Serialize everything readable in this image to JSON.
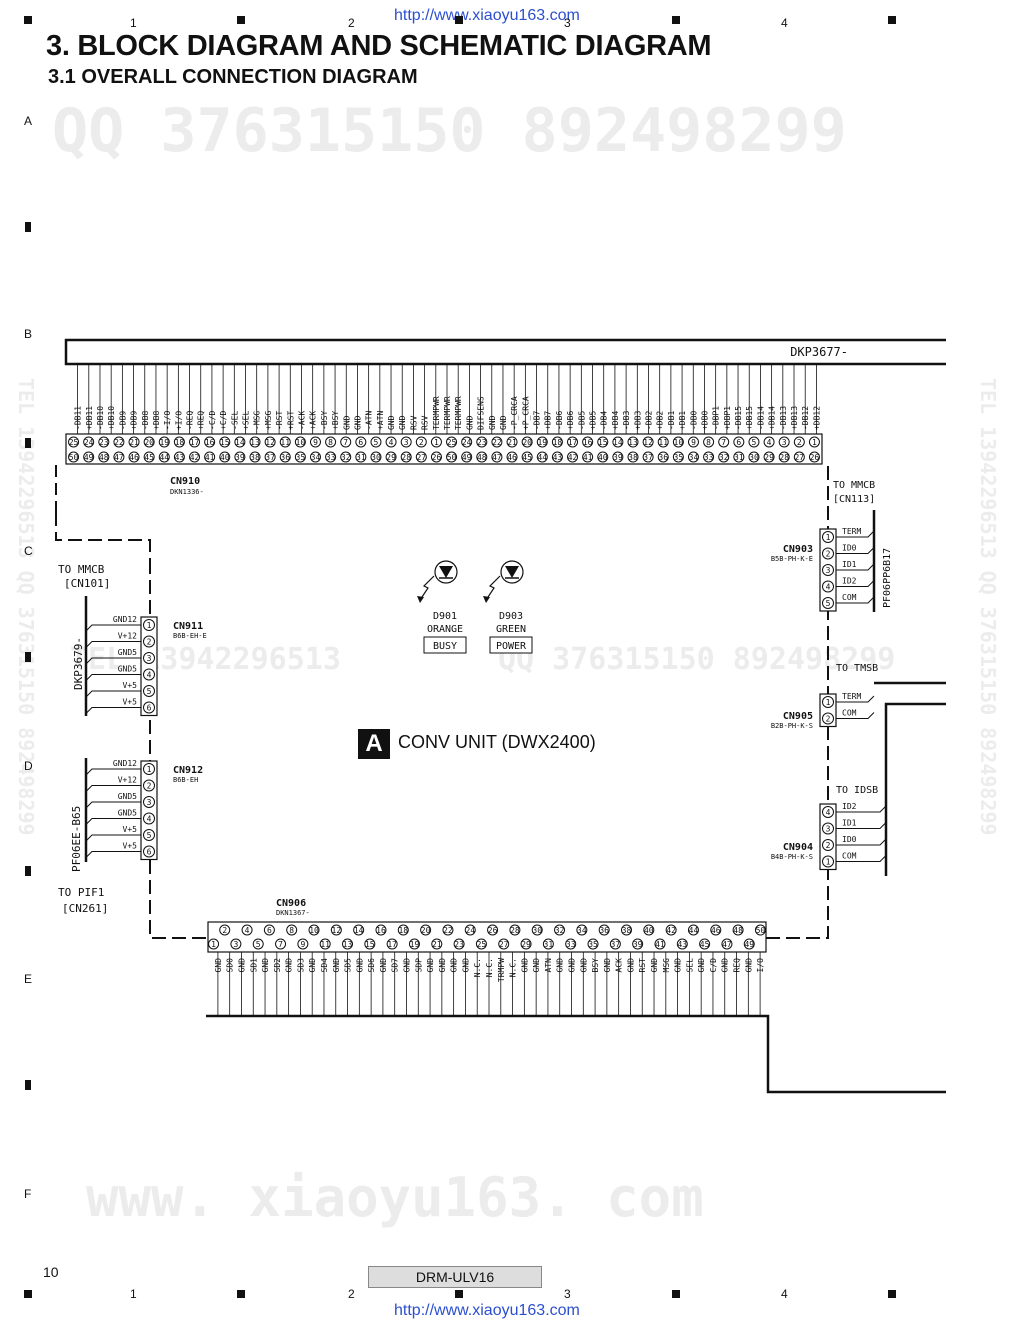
{
  "header": {
    "url_top": "http://www.xiaoyu163.com",
    "url_bottom": "http://www.xiaoyu163.com",
    "title": "3. BLOCK DIAGRAM AND SCHEMATIC DIAGRAM",
    "subtitle": "3.1  OVERALL CONNECTION DIAGRAM"
  },
  "grid": {
    "columns": [
      "1",
      "2",
      "3",
      "4"
    ],
    "rows": [
      "A",
      "B",
      "C",
      "D",
      "E",
      "F"
    ]
  },
  "watermarks": {
    "qq_line": "QQ 376315150  892498299",
    "tel_line": "TEL 13942296513",
    "qq_line2": "QQ 376315150  892498299",
    "www": "www. xiaoyu163. com",
    "side_left": "TEL 13942296513  QQ 376315150  892498299",
    "side_right": "TEL 13942296513  QQ 376315150  892498299"
  },
  "footer": {
    "page_number": "10",
    "model": "DRM-ULV16"
  },
  "diagram": {
    "unit_letter": "A",
    "unit_name": "CONV UNIT (DWX2400)",
    "cable_top": "DKP3677-",
    "cn910": {
      "name": "CN910",
      "part": "DKN1336-",
      "top_pins": [
        "25",
        "24",
        "23",
        "22",
        "21",
        "20",
        "19",
        "18",
        "17",
        "16",
        "15",
        "14",
        "13",
        "12",
        "11",
        "10",
        "9",
        "8",
        "7",
        "6",
        "5",
        "4",
        "3",
        "2",
        "1",
        "25",
        "24",
        "23",
        "22",
        "21",
        "20",
        "19",
        "18",
        "17",
        "16",
        "15",
        "14",
        "13",
        "12",
        "11",
        "10",
        "9",
        "8",
        "7",
        "6",
        "5",
        "4",
        "3",
        "2",
        "1"
      ],
      "bottom_pins": [
        "50",
        "49",
        "48",
        "47",
        "46",
        "45",
        "44",
        "43",
        "42",
        "41",
        "40",
        "39",
        "38",
        "37",
        "36",
        "35",
        "34",
        "33",
        "32",
        "31",
        "30",
        "29",
        "28",
        "27",
        "26",
        "50",
        "49",
        "48",
        "47",
        "46",
        "45",
        "44",
        "43",
        "42",
        "41",
        "40",
        "39",
        "38",
        "37",
        "36",
        "35",
        "34",
        "33",
        "32",
        "31",
        "30",
        "29",
        "28",
        "27",
        "26"
      ],
      "signals": [
        "-DB11",
        "+DB11",
        "-DB10",
        "+DB10",
        "-DB9",
        "+DB9",
        "-DB8",
        "+DB8",
        "-I/O",
        "+I/O",
        "-REQ",
        "+REQ",
        "-C/D",
        "+C/D",
        "-SEL",
        "+SEL",
        "-MSG",
        "+MSG",
        "-RST",
        "+RST",
        "-ACK",
        "+ACK",
        "-BSY",
        "+BSY",
        "GND",
        "GND",
        "-ATN",
        "+ATN",
        "GND",
        "GND",
        "RSV",
        "RSV",
        "TERMPWR",
        "TERMPWR",
        "TERMPWR",
        "GND",
        "DIFSENS",
        "GND",
        "GND",
        "-P_CRCA",
        "+P_CRCA",
        "-DB7",
        "+DB7",
        "-DB6",
        "+DB6",
        "-DB5",
        "+DB5",
        "-DB4",
        "+DB4",
        "-DB3",
        "+DB3",
        "-DB2",
        "+DB2",
        "-DB1",
        "+DB1",
        "-DB0",
        "+DB0",
        "-DBP1",
        "+DBP1",
        "-DB15",
        "+DB15",
        "-DB14",
        "+DB14",
        "-DB13",
        "+DB13",
        "-DB12",
        "+DB12"
      ]
    },
    "cn903": {
      "name": "CN903",
      "part": "B5B-PH-K-E",
      "to": "TO MMCB",
      "to_ref": "[CN113]",
      "cable": "PF06PP6B17",
      "pins": [
        "1",
        "2",
        "3",
        "4",
        "5"
      ],
      "signals": [
        "TERM",
        "ID0",
        "ID1",
        "ID2",
        "COM"
      ]
    },
    "cn905": {
      "name": "CN905",
      "part": "B2B-PH-K-S",
      "to": "TO TMSB",
      "pins": [
        "1",
        "2"
      ],
      "signals": [
        "TERM",
        "COM"
      ]
    },
    "cn904": {
      "name": "CN904",
      "part": "B4B-PH-K-S",
      "to": "TO IDSB",
      "pins": [
        "4",
        "3",
        "2",
        "1"
      ],
      "signals": [
        "ID2",
        "ID1",
        "ID0",
        "COM"
      ]
    },
    "cn911": {
      "name": "CN911",
      "part": "B6B-EH-E",
      "to": "TO MMCB",
      "to_ref": "[CN101]",
      "cable": "DKP3679-",
      "pins": [
        "1",
        "2",
        "3",
        "4",
        "5",
        "6"
      ],
      "signals": [
        "GND12",
        "V+12",
        "GND5",
        "GND5",
        "V+5",
        "V+5"
      ]
    },
    "cn912": {
      "name": "CN912",
      "part": "B6B-EH",
      "to": "TO PIF1",
      "to_ref": "[CN261]",
      "cable": "PF06EE-B65",
      "pins": [
        "1",
        "2",
        "3",
        "4",
        "5",
        "6"
      ],
      "signals": [
        "GND12",
        "V+12",
        "GND5",
        "GND5",
        "V+5",
        "V+5"
      ]
    },
    "cn906": {
      "name": "CN906",
      "part": "DKN1367-",
      "top_pins": [
        "2",
        "4",
        "6",
        "8",
        "10",
        "12",
        "14",
        "16",
        "18",
        "20",
        "22",
        "24",
        "26",
        "28",
        "30",
        "32",
        "34",
        "36",
        "38",
        "40",
        "42",
        "44",
        "46",
        "48",
        "50"
      ],
      "bottom_pins": [
        "1",
        "3",
        "5",
        "7",
        "9",
        "11",
        "13",
        "15",
        "17",
        "19",
        "21",
        "23",
        "25",
        "27",
        "29",
        "31",
        "33",
        "35",
        "37",
        "39",
        "41",
        "43",
        "45",
        "47",
        "49"
      ],
      "signals": [
        "GND",
        "SD0",
        "GND",
        "SD1",
        "GND",
        "SD2",
        "GND",
        "SD3",
        "GND",
        "SD4",
        "GND",
        "SD5",
        "GND",
        "SD6",
        "GND",
        "SD7",
        "GND",
        "SDP",
        "GND",
        "GND",
        "GND",
        "GND",
        "N.C.",
        "N.C.",
        "TRMPW",
        "N.C.",
        "GND",
        "GND",
        "ATN",
        "GND",
        "GND",
        "GND",
        "BSY",
        "GND",
        "ACK",
        "GND",
        "RST",
        "GND",
        "MSG",
        "GND",
        "SEL",
        "GND",
        "C/D",
        "GND",
        "REQ",
        "GND",
        "I/O"
      ]
    },
    "leds": [
      {
        "ref": "D901",
        "color": "ORANGE",
        "label": "BUSY"
      },
      {
        "ref": "D903",
        "color": "GREEN",
        "label": "POWER"
      }
    ]
  }
}
